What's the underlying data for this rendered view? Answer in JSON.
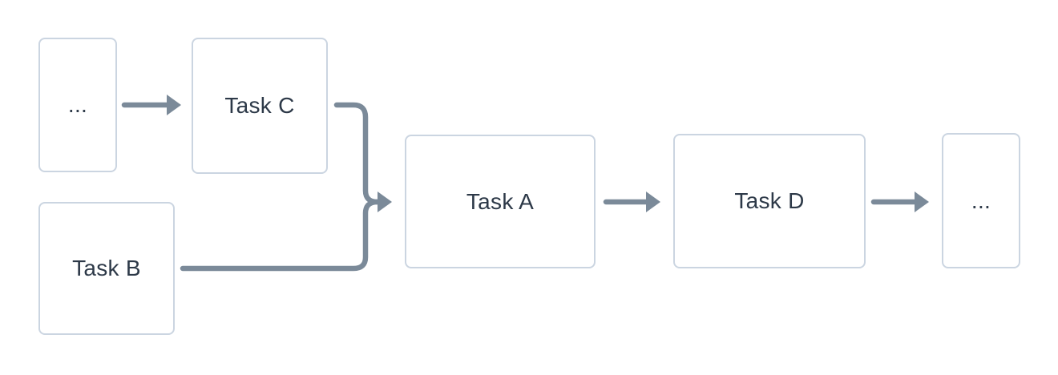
{
  "diagram": {
    "type": "flowchart",
    "description": "Task dependency flow diagram",
    "colors": {
      "background": "#ffffff",
      "node_fill": "#ffffff",
      "node_border": "#cbd5e1",
      "text": "#2d3948",
      "arrow": "#7b8a99"
    },
    "nodes": [
      {
        "id": "start-ellipsis",
        "label": "..."
      },
      {
        "id": "task-c",
        "label": "Task C"
      },
      {
        "id": "task-b",
        "label": "Task B"
      },
      {
        "id": "task-a",
        "label": "Task A"
      },
      {
        "id": "task-d",
        "label": "Task D"
      },
      {
        "id": "end-ellipsis",
        "label": "..."
      }
    ],
    "edges": [
      {
        "from": "start-ellipsis",
        "to": "task-c"
      },
      {
        "from": "task-c",
        "to": "task-a"
      },
      {
        "from": "task-b",
        "to": "task-a"
      },
      {
        "from": "task-a",
        "to": "task-d"
      },
      {
        "from": "task-d",
        "to": "end-ellipsis"
      }
    ]
  }
}
